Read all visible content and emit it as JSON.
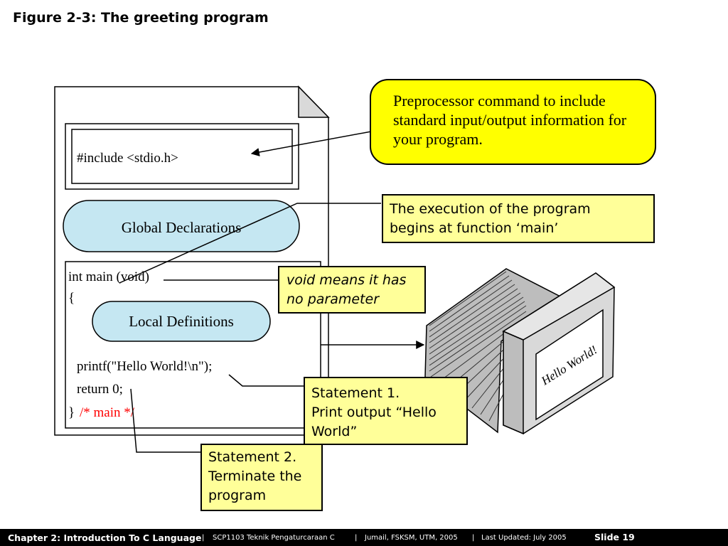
{
  "title": "Figure 2-3: The greeting program",
  "code": {
    "include": "#include <stdio.h>",
    "global": "Global Declarations",
    "main_sig": "int main (void)",
    "open_brace": "{",
    "local": "Local Definitions",
    "printf": "printf(\"Hello World!\\n\");",
    "return": "return 0;",
    "close_brace": "}",
    "comment": "/* main */"
  },
  "monitor_text": "Hello World!",
  "callouts": {
    "preprocessor": [
      "Preprocessor command to include",
      "standard input/output information",
      "for your program."
    ],
    "execution": [
      "The execution of the program",
      "begins at function ‘main’"
    ],
    "void": [
      "void means it has",
      "no parameter"
    ],
    "statement1": [
      "Statement 1.",
      "Print output “Hello",
      "World”"
    ],
    "statement2": [
      "Statement 2.",
      "Terminate the",
      "program"
    ]
  },
  "colors": {
    "preprocessor_bg": "#ffff00",
    "callout_bg": "#ffff99",
    "pill_bg": "#c5e7f2",
    "comment": "#ff0000",
    "footer_bg": "#000000"
  },
  "footer": {
    "chapter": "Chapter 2: Introduction To C Language",
    "sep1": "|",
    "course": "SCP1103   Teknik Pengaturcaraan C",
    "sep2": "|",
    "author": "Jumail, FSKSM, UTM, 2005",
    "sep3": "|",
    "updated": "Last Updated: July 2005",
    "slide": "Slide 19"
  }
}
